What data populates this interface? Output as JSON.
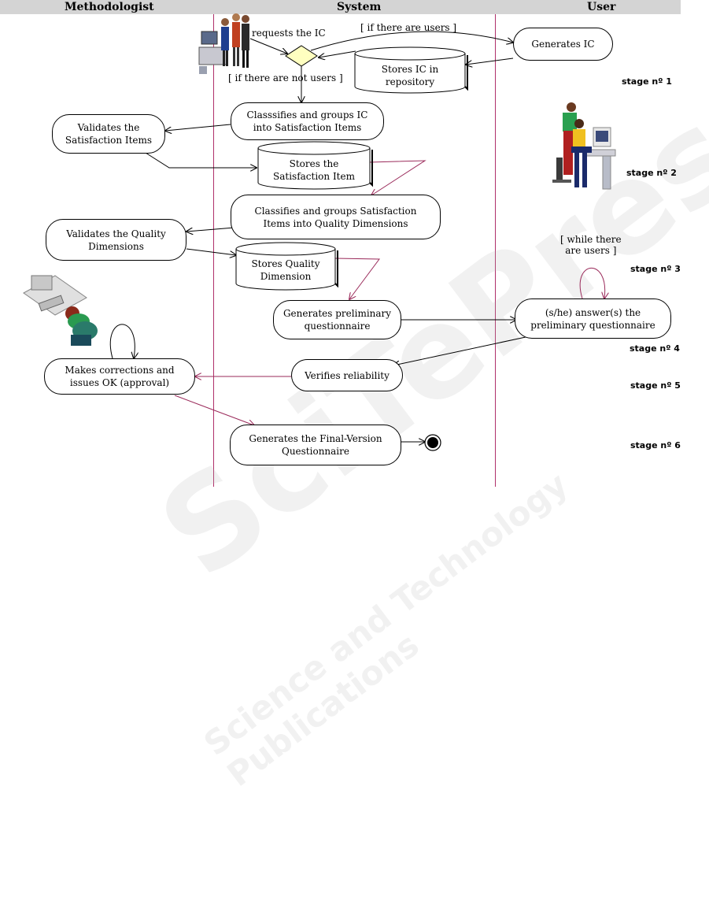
{
  "lanes": [
    {
      "id": "methodologist",
      "title": "Methodologist"
    },
    {
      "id": "system",
      "title": "System"
    },
    {
      "id": "user",
      "title": "User"
    }
  ],
  "activities": {
    "generates_ic": "Generates IC",
    "classifies_ic": "Classsifies and groups IC\ninto Satisfaction Items",
    "validates_satisfaction": "Validates the\nSatisfaction Items",
    "classifies_quality": "Classifies and groups Satisfaction\nItems  into Quality Dimensions",
    "validates_quality": "Validates the Quality\nDimensions",
    "generates_preliminary": "Generates preliminary\nquestionnaire",
    "answers_preliminary": "(s/he) answer(s) the\npreliminary questionnaire",
    "verifies_reliability": "Verifies reliability",
    "makes_corrections": "Makes corrections and\nissues OK (approval)",
    "generates_final": "Generates the Final-Version\nQuestionnaire"
  },
  "stores": {
    "ic_repository": "Stores IC in\nrepository",
    "satisfaction_item": "Stores the\nSatisfaction Item",
    "quality_dimension": "Stores Quality\nDimension"
  },
  "guards": {
    "requests_ic": "requests the IC",
    "if_users": "[ if there are users ]",
    "if_not_users": "[ if there are not users ]",
    "while_users": "[ while there\nare users ]"
  },
  "stages": [
    "stage nº 1",
    "stage nº 2",
    "stage nº 3",
    "stage nº 4",
    "stage nº 5",
    "stage nº 6"
  ],
  "watermark": {
    "main": "SciTePress",
    "sub": "Science and Technology Publications"
  },
  "colors": {
    "header_bg": "#d4d4d4",
    "divider": "#b0306a",
    "flow_red": "#9a2a5a",
    "decision_fill": "#ffffc0"
  }
}
